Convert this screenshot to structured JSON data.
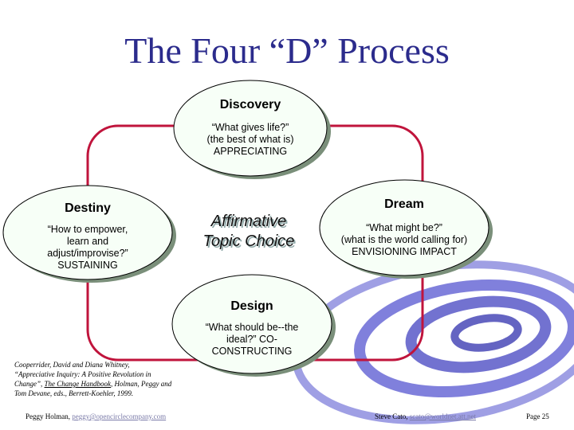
{
  "title": "The Four “D” Process",
  "center_topic": [
    "Affirmative",
    "Topic Choice"
  ],
  "discovery": {
    "title": "Discovery",
    "lines": [
      "“What gives life?”",
      "(the best of what is)",
      "APPRECIATING"
    ]
  },
  "dream": {
    "title": "Dream",
    "lines": [
      "“What might be?”",
      "(what is the world calling for)",
      "ENVISIONING IMPACT"
    ]
  },
  "design": {
    "title": "Design",
    "lines": [
      "“What should be--the",
      "ideal?” CO-",
      "CONSTRUCTING"
    ]
  },
  "destiny": {
    "title": "Destiny",
    "lines": [
      "“How to empower,",
      "learn and",
      "adjust/improvise?”",
      "SUSTAINING"
    ]
  },
  "citation": {
    "part1": "Cooperrider, David and Diana Whitney,",
    "part2": "“Appreciative Inquiry: A Positive Revolution in",
    "part3": "Change”,",
    "book": "The Change Handbook",
    "part4": ", Holman, Peggy and",
    "part5": "Tom Devane, eds., Berrett-Koehler, 1999."
  },
  "footer": {
    "left_name": "Peggy Holman,",
    "left_email": "peggy@opencirclecompany.com",
    "middle_name": "Steve Cato,",
    "middle_email": "scato@worldnet.att.net",
    "page": "Page 25"
  },
  "colors": {
    "title": "#2b2b8c",
    "cycle_line": "#c0143c",
    "ellipse_fill": "#f7fff7",
    "ellipse_shadow": "#7a8f7a",
    "swirl": "#6b6bd6"
  }
}
